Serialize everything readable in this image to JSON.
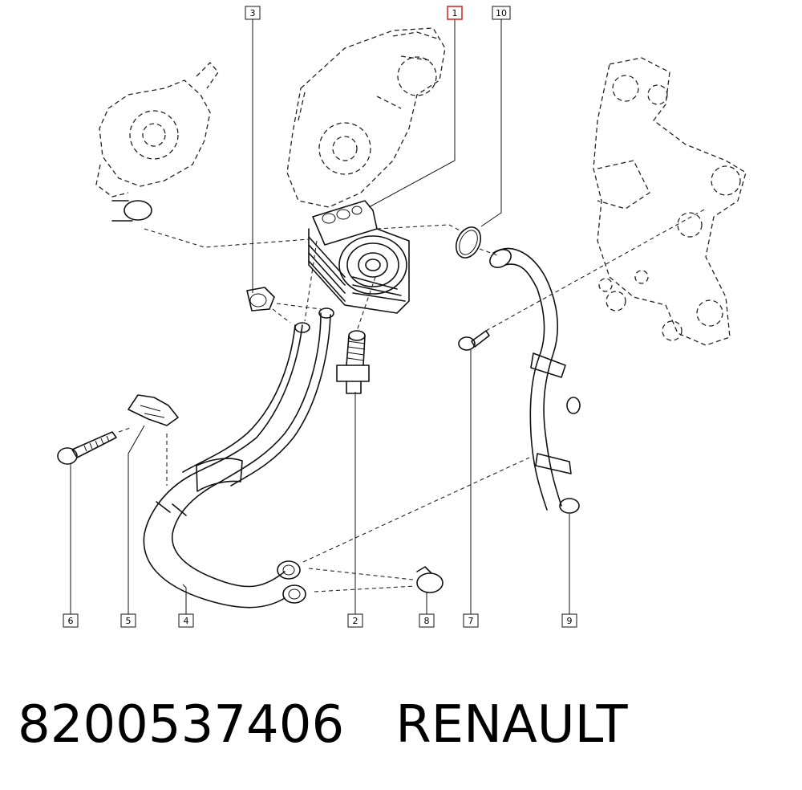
{
  "callouts": [
    {
      "id": "1",
      "highlighted": true
    },
    {
      "id": "2"
    },
    {
      "id": "3"
    },
    {
      "id": "4"
    },
    {
      "id": "5"
    },
    {
      "id": "6"
    },
    {
      "id": "7"
    },
    {
      "id": "8"
    },
    {
      "id": "9"
    },
    {
      "id": "10"
    }
  ],
  "highlight_color": "#d32f2f",
  "footer": {
    "part_number": "8200537406",
    "brand": "RENAULT"
  }
}
